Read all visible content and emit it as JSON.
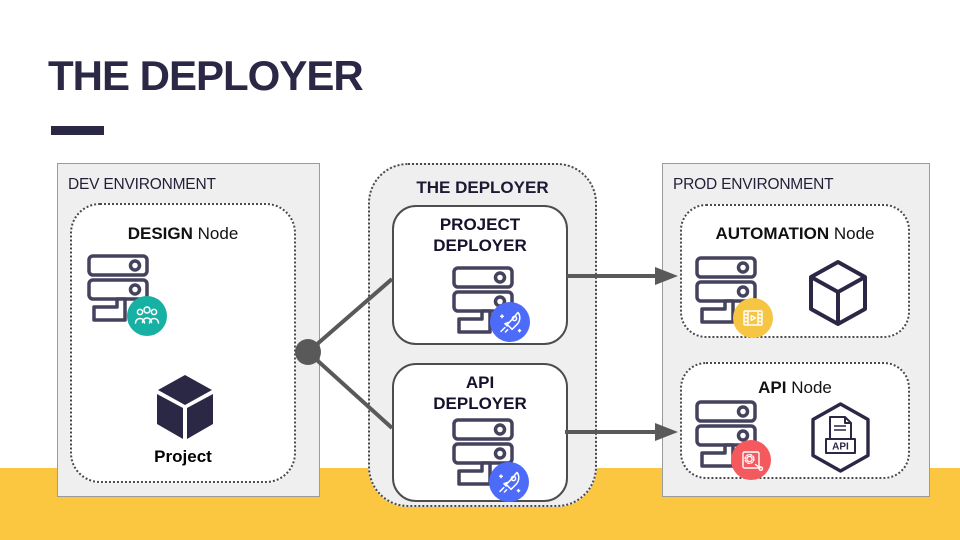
{
  "title": "THE DEPLOYER",
  "dev_panel": {
    "label": "DEV ENVIRONMENT",
    "node_title_bold": "DESIGN",
    "node_title_rest": " Node",
    "project_label": "Project"
  },
  "deployer_panel": {
    "label": "THE DEPLOYER",
    "project_box": {
      "line1": "PROJECT",
      "line2": "DEPLOYER"
    },
    "api_box": {
      "line1": "API",
      "line2": "DEPLOYER"
    }
  },
  "prod_panel": {
    "label": "PROD ENVIRONMENT",
    "automation_node": {
      "title_bold": "AUTOMATION",
      "title_rest": " Node"
    },
    "api_node": {
      "title_bold": "API",
      "title_rest": " Node"
    }
  },
  "icons": {
    "api_hexagon_label": "API"
  },
  "colors": {
    "accent_yellow": "#FBC640",
    "navy": "#2B2845",
    "panel_gray": "#EFEFEF",
    "teal_badge": "#17B1A4",
    "blue_badge": "#4D6BF9",
    "yellow_badge": "#F6C544",
    "red_badge": "#F4595E",
    "connector_gray": "#595959"
  }
}
